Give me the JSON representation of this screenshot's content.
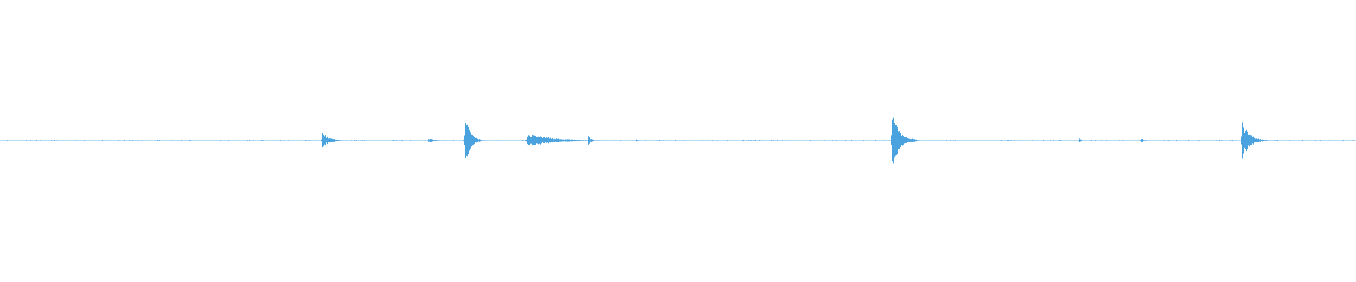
{
  "waveform": {
    "color": "#4aa3df",
    "background": "#ffffff",
    "duration": 1920,
    "events": [
      {
        "t": 456,
        "amplitude": 0.07,
        "decay": 10,
        "noise_width": 20,
        "noise_amplitude": 0.02
      },
      {
        "t": 606,
        "amplitude": 0.02,
        "decay": 10,
        "noise_width": 12,
        "noise_amplitude": 0.02
      },
      {
        "t": 658,
        "amplitude": 0.34,
        "decay": 6,
        "noise_width": 30,
        "noise_amplitude": 0.05
      },
      {
        "t": 746,
        "amplitude": 0.06,
        "decay": 35,
        "noise_width": 65,
        "noise_amplitude": 0.06
      },
      {
        "t": 833,
        "amplitude": 0.04,
        "decay": 4,
        "noise_width": 6,
        "noise_amplitude": 0.03
      },
      {
        "t": 900,
        "amplitude": 0.02,
        "decay": 3,
        "noise_width": 4,
        "noise_amplitude": 0.01
      },
      {
        "t": 1263,
        "amplitude": 0.31,
        "decay": 8,
        "noise_width": 45,
        "noise_amplitude": 0.05
      },
      {
        "t": 1528,
        "amplitude": 0.02,
        "decay": 3,
        "noise_width": 4,
        "noise_amplitude": 0.01
      },
      {
        "t": 1616,
        "amplitude": 0.02,
        "decay": 3,
        "noise_width": 6,
        "noise_amplitude": 0.01
      },
      {
        "t": 1758,
        "amplitude": 0.19,
        "decay": 10,
        "noise_width": 35,
        "noise_amplitude": 0.04
      }
    ],
    "baseline_noise": 0.006
  }
}
